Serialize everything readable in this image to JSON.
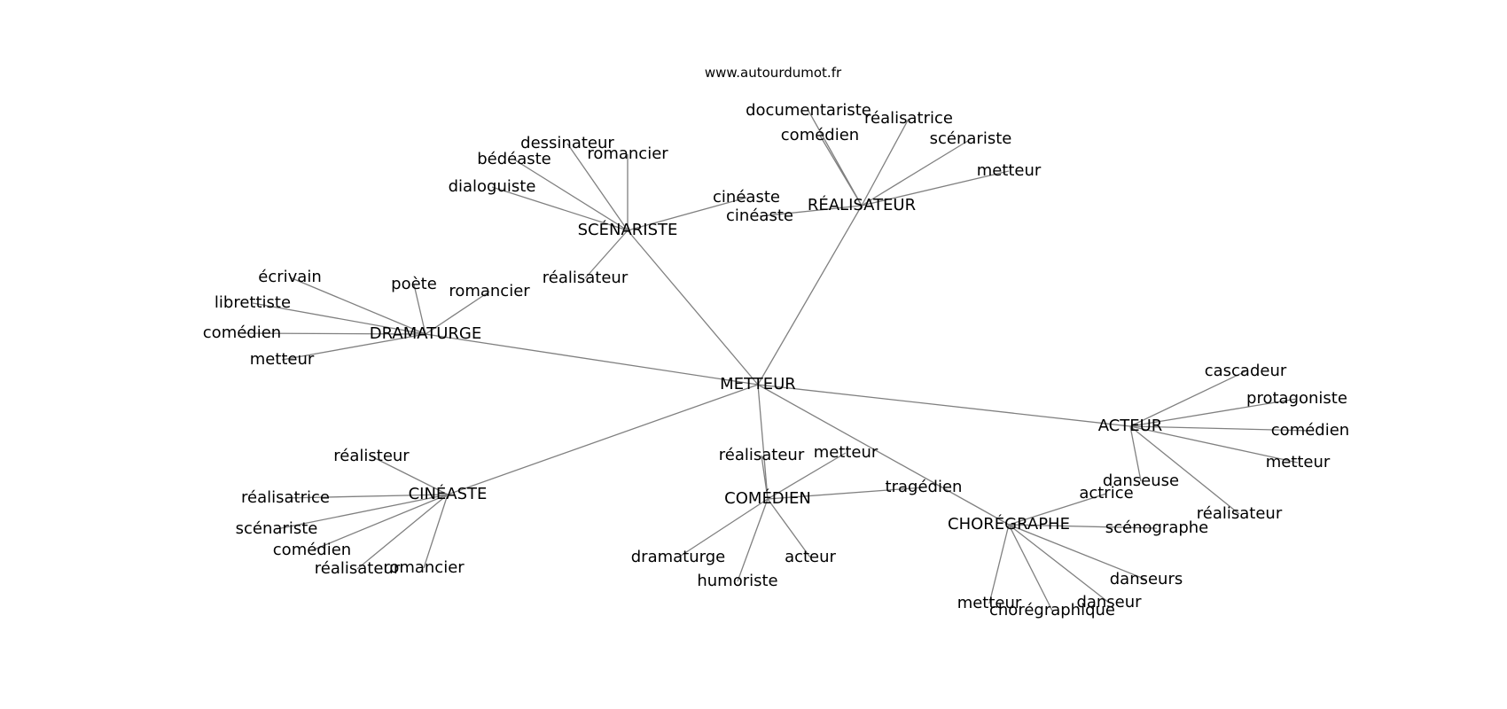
{
  "watermark": "www.autourdumot.fr",
  "colors": {
    "edge": "#808080",
    "text": "#000000",
    "background": "#ffffff"
  },
  "graph": {
    "nodes": [
      {
        "id": "metteur",
        "label": "METTEUR"
      },
      {
        "id": "scenariste",
        "label": "SCÉNARISTE"
      },
      {
        "id": "realisateur",
        "label": "RÉALISATEUR"
      },
      {
        "id": "dramaturge",
        "label": "DRAMATURGE"
      },
      {
        "id": "acteur",
        "label": "ACTEUR"
      },
      {
        "id": "cineaste",
        "label": "CINÉASTE"
      },
      {
        "id": "comedien",
        "label": "COMÉDIEN"
      },
      {
        "id": "choregraphe",
        "label": "CHORÉGRAPHE"
      },
      {
        "id": "sc-dessinateur",
        "label": "dessinateur"
      },
      {
        "id": "sc-romancier",
        "label": "romancier"
      },
      {
        "id": "sc-bedeaste",
        "label": "bédéaste"
      },
      {
        "id": "sc-dialoguiste",
        "label": "dialoguiste"
      },
      {
        "id": "sc-cineaste",
        "label": "cinéaste"
      },
      {
        "id": "sc-realisateur",
        "label": "réalisateur"
      },
      {
        "id": "re-documentariste",
        "label": "documentariste"
      },
      {
        "id": "re-realisatrice",
        "label": "réalisatrice"
      },
      {
        "id": "re-comedien",
        "label": "comédien"
      },
      {
        "id": "re-scenariste",
        "label": "scénariste"
      },
      {
        "id": "re-metteur",
        "label": "metteur"
      },
      {
        "id": "re-cineaste",
        "label": "cinéaste"
      },
      {
        "id": "dr-ecrivain",
        "label": "écrivain"
      },
      {
        "id": "dr-poete",
        "label": "poète"
      },
      {
        "id": "dr-romancier",
        "label": "romancier"
      },
      {
        "id": "dr-librettiste",
        "label": "librettiste"
      },
      {
        "id": "dr-comedien",
        "label": "comédien"
      },
      {
        "id": "dr-metteur",
        "label": "metteur"
      },
      {
        "id": "ac-cascadeur",
        "label": "cascadeur"
      },
      {
        "id": "ac-protagoniste",
        "label": "protagoniste"
      },
      {
        "id": "ac-comedien",
        "label": "comédien"
      },
      {
        "id": "ac-metteur",
        "label": "metteur"
      },
      {
        "id": "ac-realisateur",
        "label": "réalisateur"
      },
      {
        "id": "ac-danseuse",
        "label": "danseuse"
      },
      {
        "id": "ci-realisteur",
        "label": "réalisteur"
      },
      {
        "id": "ci-realisatrice",
        "label": "réalisatrice"
      },
      {
        "id": "ci-scenariste",
        "label": "scénariste"
      },
      {
        "id": "ci-comedien",
        "label": "comédien"
      },
      {
        "id": "ci-realisateur",
        "label": "réalisateur"
      },
      {
        "id": "ci-romancier",
        "label": "romancier"
      },
      {
        "id": "co-realisateur",
        "label": "réalisateur"
      },
      {
        "id": "co-metteur",
        "label": "metteur"
      },
      {
        "id": "co-tragedien",
        "label": "tragédien"
      },
      {
        "id": "co-dramaturge",
        "label": "dramaturge"
      },
      {
        "id": "co-humoriste",
        "label": "humoriste"
      },
      {
        "id": "co-acteur",
        "label": "acteur"
      },
      {
        "id": "ch-actrice",
        "label": "actrice"
      },
      {
        "id": "ch-scenographe",
        "label": "scénographe"
      },
      {
        "id": "ch-danseurs",
        "label": "danseurs"
      },
      {
        "id": "ch-danseur",
        "label": "danseur"
      },
      {
        "id": "ch-metteur",
        "label": "metteur"
      },
      {
        "id": "ch-choregraphique",
        "label": "chorégraphique"
      }
    ],
    "edges": [
      [
        "metteur",
        "scenariste"
      ],
      [
        "metteur",
        "realisateur"
      ],
      [
        "metteur",
        "dramaturge"
      ],
      [
        "metteur",
        "acteur"
      ],
      [
        "metteur",
        "cineaste"
      ],
      [
        "metteur",
        "comedien"
      ],
      [
        "metteur",
        "choregraphe"
      ],
      [
        "scenariste",
        "sc-dessinateur"
      ],
      [
        "scenariste",
        "sc-romancier"
      ],
      [
        "scenariste",
        "sc-bedeaste"
      ],
      [
        "scenariste",
        "sc-dialoguiste"
      ],
      [
        "scenariste",
        "sc-cineaste"
      ],
      [
        "scenariste",
        "sc-realisateur"
      ],
      [
        "realisateur",
        "re-documentariste"
      ],
      [
        "realisateur",
        "re-realisatrice"
      ],
      [
        "realisateur",
        "re-comedien"
      ],
      [
        "realisateur",
        "re-scenariste"
      ],
      [
        "realisateur",
        "re-metteur"
      ],
      [
        "realisateur",
        "re-cineaste"
      ],
      [
        "dramaturge",
        "dr-ecrivain"
      ],
      [
        "dramaturge",
        "dr-poete"
      ],
      [
        "dramaturge",
        "dr-romancier"
      ],
      [
        "dramaturge",
        "dr-librettiste"
      ],
      [
        "dramaturge",
        "dr-comedien"
      ],
      [
        "dramaturge",
        "dr-metteur"
      ],
      [
        "acteur",
        "ac-cascadeur"
      ],
      [
        "acteur",
        "ac-protagoniste"
      ],
      [
        "acteur",
        "ac-comedien"
      ],
      [
        "acteur",
        "ac-metteur"
      ],
      [
        "acteur",
        "ac-realisateur"
      ],
      [
        "acteur",
        "ac-danseuse"
      ],
      [
        "cineaste",
        "ci-realisteur"
      ],
      [
        "cineaste",
        "ci-realisatrice"
      ],
      [
        "cineaste",
        "ci-scenariste"
      ],
      [
        "cineaste",
        "ci-comedien"
      ],
      [
        "cineaste",
        "ci-realisateur"
      ],
      [
        "cineaste",
        "ci-romancier"
      ],
      [
        "comedien",
        "co-realisateur"
      ],
      [
        "comedien",
        "co-metteur"
      ],
      [
        "comedien",
        "co-tragedien"
      ],
      [
        "comedien",
        "co-dramaturge"
      ],
      [
        "comedien",
        "co-humoriste"
      ],
      [
        "comedien",
        "co-acteur"
      ],
      [
        "choregraphe",
        "ch-actrice"
      ],
      [
        "choregraphe",
        "ch-scenographe"
      ],
      [
        "choregraphe",
        "ch-danseurs"
      ],
      [
        "choregraphe",
        "ch-danseur"
      ],
      [
        "choregraphe",
        "ch-metteur"
      ],
      [
        "choregraphe",
        "ch-choregraphique"
      ]
    ]
  }
}
